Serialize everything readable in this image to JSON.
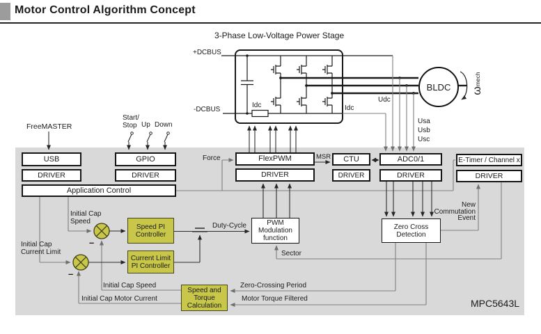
{
  "title": "Motor Control Algorithm Concept",
  "power_stage": {
    "title": "3-Phase Low-Voltage Power Stage",
    "bus_plus": "+DCBUS",
    "bus_minus": "-DCBUS",
    "shunt_label": "Idc",
    "motor_label": "BLDC",
    "omega": "ω",
    "omega_sub": "mech"
  },
  "sense": {
    "udc": "Udc",
    "idc": "Idc",
    "usa": "Usa",
    "usb": "Usb",
    "usc": "Usc"
  },
  "chip_label": "MPC5643L",
  "blocks": {
    "usb": "USB",
    "gpio": "GPIO",
    "driver": "DRIVER",
    "app_control": "Application Control",
    "flexpwm": "FlexPWM",
    "ctu": "CTU",
    "adc": "ADC0/1",
    "etimer": "E-Timer / Channel x",
    "speed_pi": "Speed PI\nController",
    "current_pi": "Current Limit\nPI Controller",
    "pwm_mod": "PWM\nModulation\nfunction",
    "zero_cross": "Zero Cross\nDetection",
    "speed_torque": "Speed and\nTorque\nCalculation"
  },
  "signals": {
    "freemaster": "FreeMASTER",
    "start_stop": "Start/\nStop",
    "up": "Up",
    "down": "Down",
    "force": "Force",
    "msr": "MSR",
    "duty_cycle": "Duty-Cycle",
    "sector": "Sector",
    "initial_cap_speed_2l": "Initial Cap\nSpeed",
    "initial_cap_current_limit_2l": "Initial Cap\nCurrent Limit",
    "initial_cap_speed": "Initial Cap Speed",
    "initial_cap_motor_current": "Initial Cap Motor Current",
    "zero_crossing_period": "Zero-Crossing Period",
    "motor_torque_filtered": "Motor Torque Filtered",
    "new_commutation_event": "New\nCommutation\nEvent",
    "minus": "–"
  },
  "colors": {
    "accent_block": "#c8c74a",
    "canvas_gray": "#d9d9d9"
  }
}
